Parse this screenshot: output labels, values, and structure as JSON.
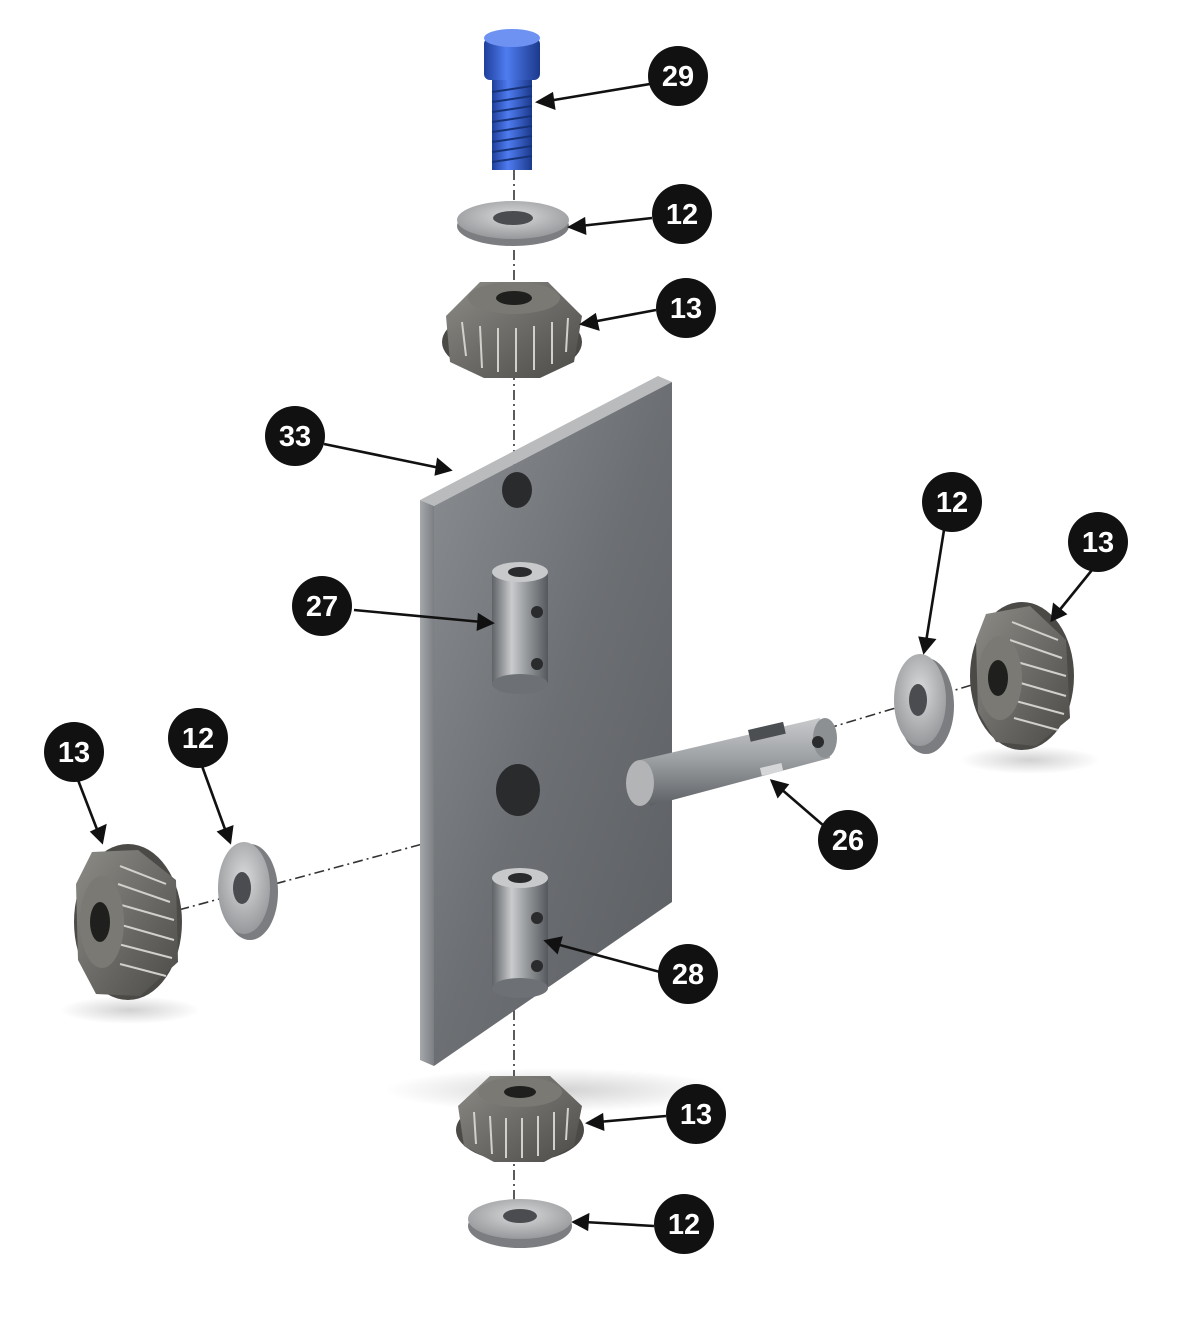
{
  "diagram": {
    "callouts": [
      {
        "id": "c29",
        "label": "29",
        "part": "screw"
      },
      {
        "id": "c12-top",
        "label": "12",
        "part": "washer"
      },
      {
        "id": "c13-top",
        "label": "13",
        "part": "bevel-gear"
      },
      {
        "id": "c33",
        "label": "33",
        "part": "plate"
      },
      {
        "id": "c27",
        "label": "27",
        "part": "sleeve"
      },
      {
        "id": "c12-right",
        "label": "12",
        "part": "washer"
      },
      {
        "id": "c13-right",
        "label": "13",
        "part": "bevel-gear"
      },
      {
        "id": "c13-left",
        "label": "13",
        "part": "bevel-gear"
      },
      {
        "id": "c12-left",
        "label": "12",
        "part": "washer"
      },
      {
        "id": "c26",
        "label": "26",
        "part": "shaft"
      },
      {
        "id": "c28",
        "label": "28",
        "part": "sleeve"
      },
      {
        "id": "c13-bottom",
        "label": "13",
        "part": "bevel-gear"
      },
      {
        "id": "c12-bottom",
        "label": "12",
        "part": "washer"
      }
    ],
    "colors": {
      "callout_fill": "#111111",
      "callout_text": "#ffffff",
      "screw": "#2f5fd0",
      "steel": "#8a8d91",
      "plate": "#6f7276",
      "gear": "#6b6a66"
    }
  }
}
